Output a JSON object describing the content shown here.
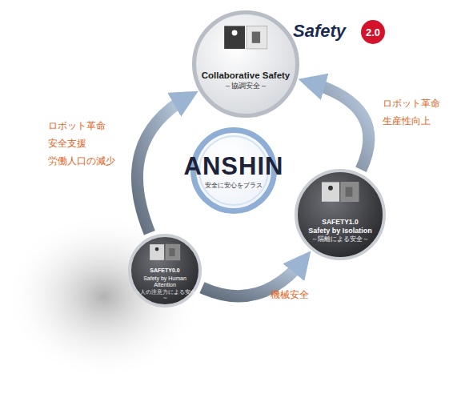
{
  "diagram": {
    "nodes": [
      {
        "text": [
          "Collaborative Safety",
          "～協調安全～"
        ]
      },
      {
        "text": [
          "ANSHIN",
          "安全に安心をプラス"
        ]
      },
      {
        "text": [
          "SAFETY1.0",
          "Safety by Isolation",
          "～隔離による安全～"
        ]
      },
      {
        "text": [
          "SAFETY0.0",
          "Safety by Human Attention",
          "～人の注意力による安全～"
        ]
      }
    ],
    "edges": [
      {
        "from": 3,
        "to": 2,
        "label": "機械安全",
        "arrow": "to"
      },
      {
        "from": 2,
        "to": 0,
        "label": "ロボット革命 生産性向上",
        "arrow": "to"
      },
      {
        "from": 3,
        "to": 0,
        "label": "ロボット革命 安全支援 労働人口の減少",
        "arrow": "to"
      }
    ],
    "labels": [
      "Safety",
      "2.0"
    ]
  }
}
